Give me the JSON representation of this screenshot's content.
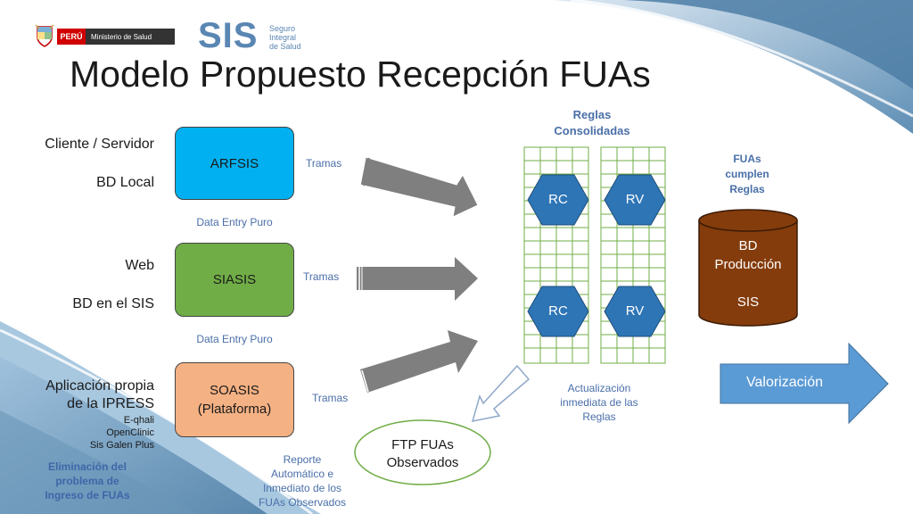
{
  "header": {
    "peru_badge": "PERÚ",
    "ministry": "Ministerio de Salud",
    "sis_logo": "SIS",
    "sis_subtitle_1": "Seguro",
    "sis_subtitle_2": "Integral",
    "sis_subtitle_3": "de Salud"
  },
  "title": "Modelo Propuesto Recepción FUAs",
  "rows": [
    {
      "label_1": "Cliente / Servidor",
      "label_2": "BD Local",
      "box": "ARFSIS",
      "link": "Tramas",
      "caption": "Data Entry Puro"
    },
    {
      "label_1": "Web",
      "label_2": "BD en el SIS",
      "box": "SIASIS",
      "link": "Tramas",
      "caption": "Data Entry Puro"
    },
    {
      "label_1": "Aplicación propia",
      "label_2": "de la IPRESS",
      "box_line_1": "SOASIS",
      "box_line_2": "(Plataforma)",
      "link": "Tramas"
    }
  ],
  "apps": [
    "E-qhali",
    "OpenClinic",
    "Sis Galen Plus"
  ],
  "elimination_note": [
    "Eliminación del",
    "problema de",
    "Ingreso de FUAs"
  ],
  "rules_header": [
    "Reglas",
    "Consolidadas"
  ],
  "hexagons": {
    "rc": "RC",
    "rv": "RV"
  },
  "update_note": [
    "Actualización",
    "inmediata de las",
    "Reglas"
  ],
  "compliance_note": [
    "FUAs",
    "cumplen",
    "Reglas"
  ],
  "database": {
    "line_1": "BD",
    "line_2": "Producción",
    "line_3": "SIS"
  },
  "valorizacion": "Valorización",
  "ftp": {
    "line_1": "FTP FUAs",
    "line_2": "Observados"
  },
  "report_note": [
    "Reporte",
    "Automático e",
    "Inmediato de los",
    "FUAs Observados"
  ],
  "colors": {
    "arfsis": "#00b0f0",
    "siasis": "#70ad47",
    "soasis": "#f4b183",
    "hexagon": "#2e75b6",
    "database": "#843c0c",
    "valorizacion": "#5b9bd5",
    "grid": "#70ad47",
    "arrow": "#7f7f7f",
    "ftp": "#70ad47",
    "accent_text": "#4a6fa8"
  }
}
